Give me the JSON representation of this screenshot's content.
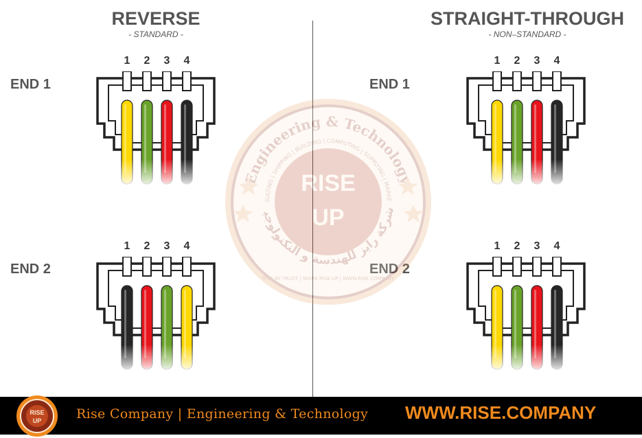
{
  "left": {
    "title": "REVERSE",
    "subtitle": "- STANDARD -",
    "end1_label": "END 1",
    "end2_label": "END 2",
    "end1_wires": [
      "yellow",
      "green",
      "red",
      "black"
    ],
    "end2_wires": [
      "black",
      "red",
      "green",
      "yellow"
    ]
  },
  "right": {
    "title": "STRAIGHT-THROUGH",
    "subtitle": "- NON–STANDARD -",
    "end1_label": "END 1",
    "end2_label": "END 2",
    "end1_wires": [
      "yellow",
      "green",
      "red",
      "black"
    ],
    "end2_wires": [
      "yellow",
      "green",
      "red",
      "black"
    ]
  },
  "pin_numbers": [
    "1",
    "2",
    "3",
    "4"
  ],
  "wire_colors": {
    "yellow": "#ffd800",
    "green": "#6aa32a",
    "red": "#e8141c",
    "black": "#262626"
  },
  "watermark": {
    "ring_text_top": "Engineering & Technology",
    "ring_text_inner": "CONSULTING | SHIPPING | BUILDING | COMPUTING | SUPPLYING | MARKETING",
    "center_text_1": "RISE",
    "center_text_2": "UP",
    "arabic_text": "شركة رايز للهندسة و التكنولوجيا",
    "tagline": "RISE BY TRUST | WORK RISE UP | WWW.RISE.COMPANY"
  },
  "footer": {
    "company": "Rise Company | Engineering & Technology",
    "website": "WWW.RISE.COMPANY",
    "logo_text_top": "RISE",
    "logo_text_bottom": "UP"
  },
  "colors": {
    "accent_orange": "#f08a1e",
    "footer_bg": "#000000",
    "label_gray": "#555555",
    "watermark_brown": "#8b2a14"
  }
}
